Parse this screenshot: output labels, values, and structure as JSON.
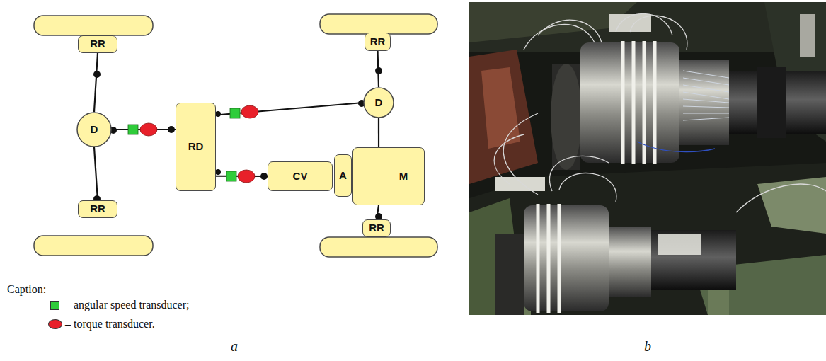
{
  "diagram": {
    "nodes": [
      {
        "text": [
          "RR"
        ]
      },
      {
        "text": [
          "RR"
        ]
      },
      {
        "text": [
          "D"
        ]
      },
      {
        "text": [
          "RD"
        ]
      },
      {
        "text": [
          "D"
        ]
      },
      {
        "text": [
          "CV"
        ]
      },
      {
        "text": [
          "A"
        ]
      },
      {
        "text": [
          "M"
        ]
      },
      {
        "text": [
          "RR"
        ]
      },
      {
        "text": [
          "RR"
        ]
      }
    ],
    "edges": [
      {
        "from": 0,
        "to": 4,
        "arrow": "none"
      },
      {
        "from": 4,
        "to": 8,
        "arrow": "none"
      },
      {
        "from": 4,
        "to": 3,
        "arrow": "none"
      },
      {
        "from": 3,
        "to": 2,
        "arrow": "none"
      },
      {
        "from": 3,
        "to": 5,
        "arrow": "none"
      },
      {
        "from": 1,
        "to": 2,
        "arrow": "none"
      },
      {
        "from": 2,
        "to": 7,
        "arrow": "none"
      },
      {
        "from": 7,
        "to": 9,
        "arrow": "none"
      }
    ],
    "labels": [
      "Caption:",
      "a",
      "b"
    ],
    "legend": [
      {
        "text": "– angular speed transducer;",
        "color": "#2fcc3a"
      },
      {
        "text": "– torque transducer.",
        "color": "#e8202a"
      }
    ]
  }
}
